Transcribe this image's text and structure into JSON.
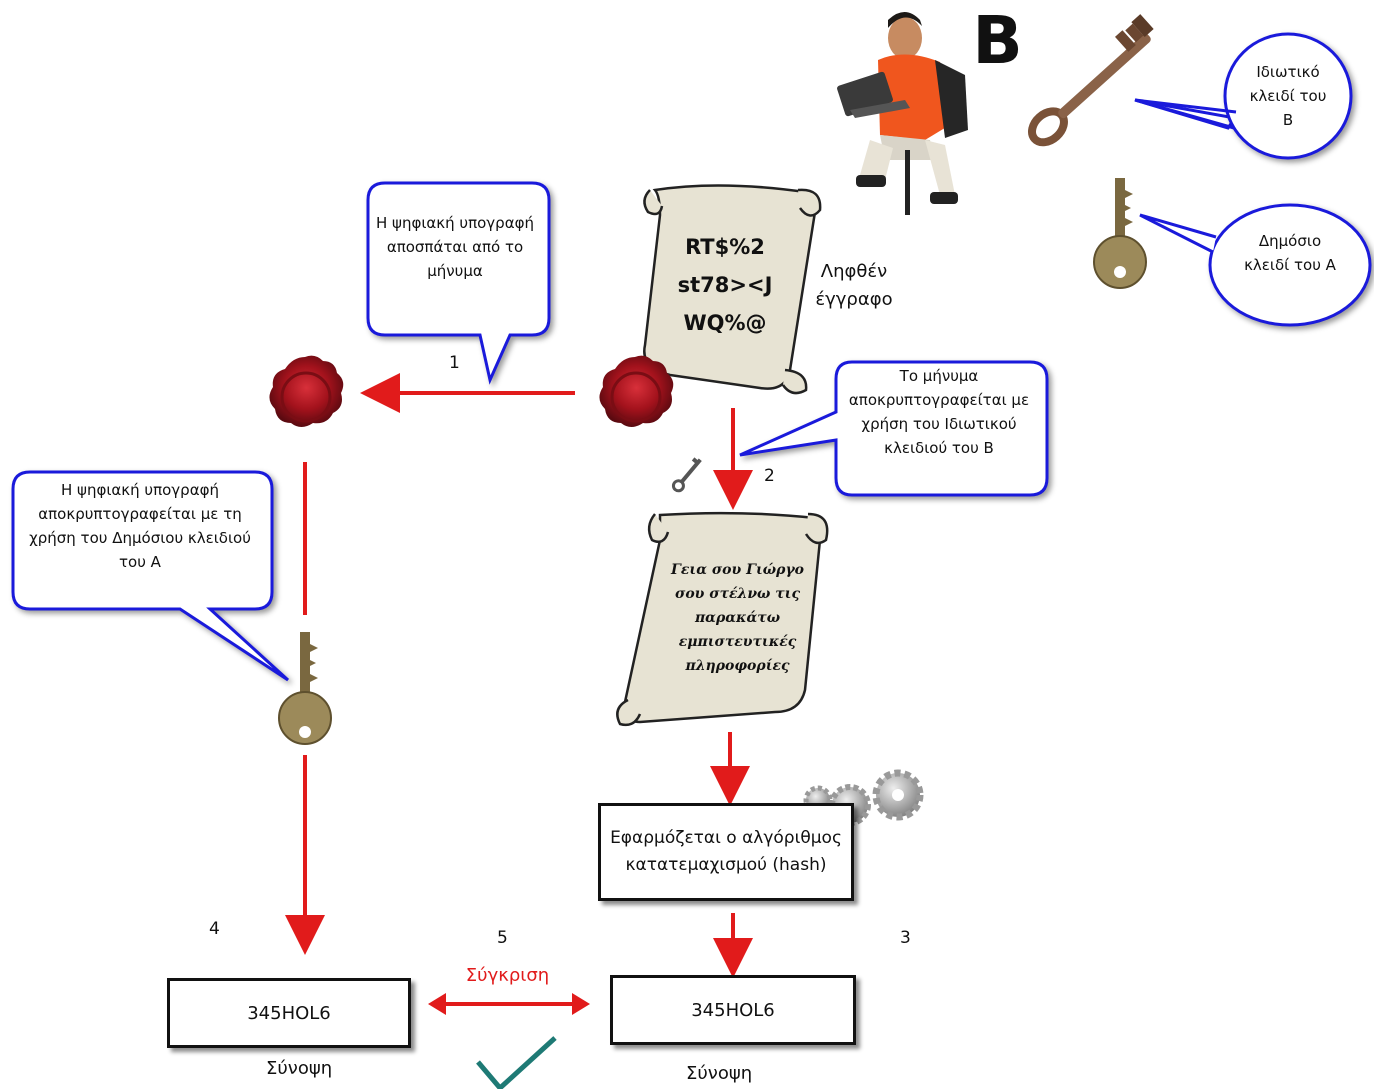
{
  "person_letter": "B",
  "bubbles": {
    "private_key_b": "Ιδιωτικό κλειδί του Β",
    "public_key_a": "Δημόσιο κλειδί του Α",
    "signature_detached": "Η ψηφιακή υπογραφή αποσπάται από το μήνυμα",
    "message_decrypted": "Το μήνυμα αποκρυπτογραφείται με χρήση του Ιδιωτικού κλειδιού του Β",
    "signature_decrypted": "Η ψηφιακή υπογραφή αποκρυπτογραφείται με τη χρήση του Δημόσιου κλειδιού του Α"
  },
  "received_document": {
    "label": "Ληφθέν έγγραφο",
    "cipher_lines": [
      "RT$%2",
      "st78><J",
      "WQ%@"
    ]
  },
  "plain_document": {
    "lines": [
      "Γεια σου Γιώργο",
      "σου στέλνω τις",
      "παρακάτω",
      "εμπιστευτικές",
      "πληροφορίες"
    ]
  },
  "hash_box": {
    "text": "Εφαρμόζεται ο αλγόριθμος κατατεμαχισμού (hash)"
  },
  "steps": {
    "s1": "1",
    "s2": "2",
    "s3": "3",
    "s4": "4",
    "s5": "5"
  },
  "digest_left": {
    "value": "345HOL6",
    "label": "Σύνοψη"
  },
  "digest_right": {
    "value": "345HOL6",
    "label": "Σύνοψη"
  },
  "compare_label": "Σύγκριση",
  "colors": {
    "arrow": "#e11b1b",
    "bubble_border": "#1a1adb",
    "compare": "#e11b1b",
    "check": "#1e7a75"
  }
}
